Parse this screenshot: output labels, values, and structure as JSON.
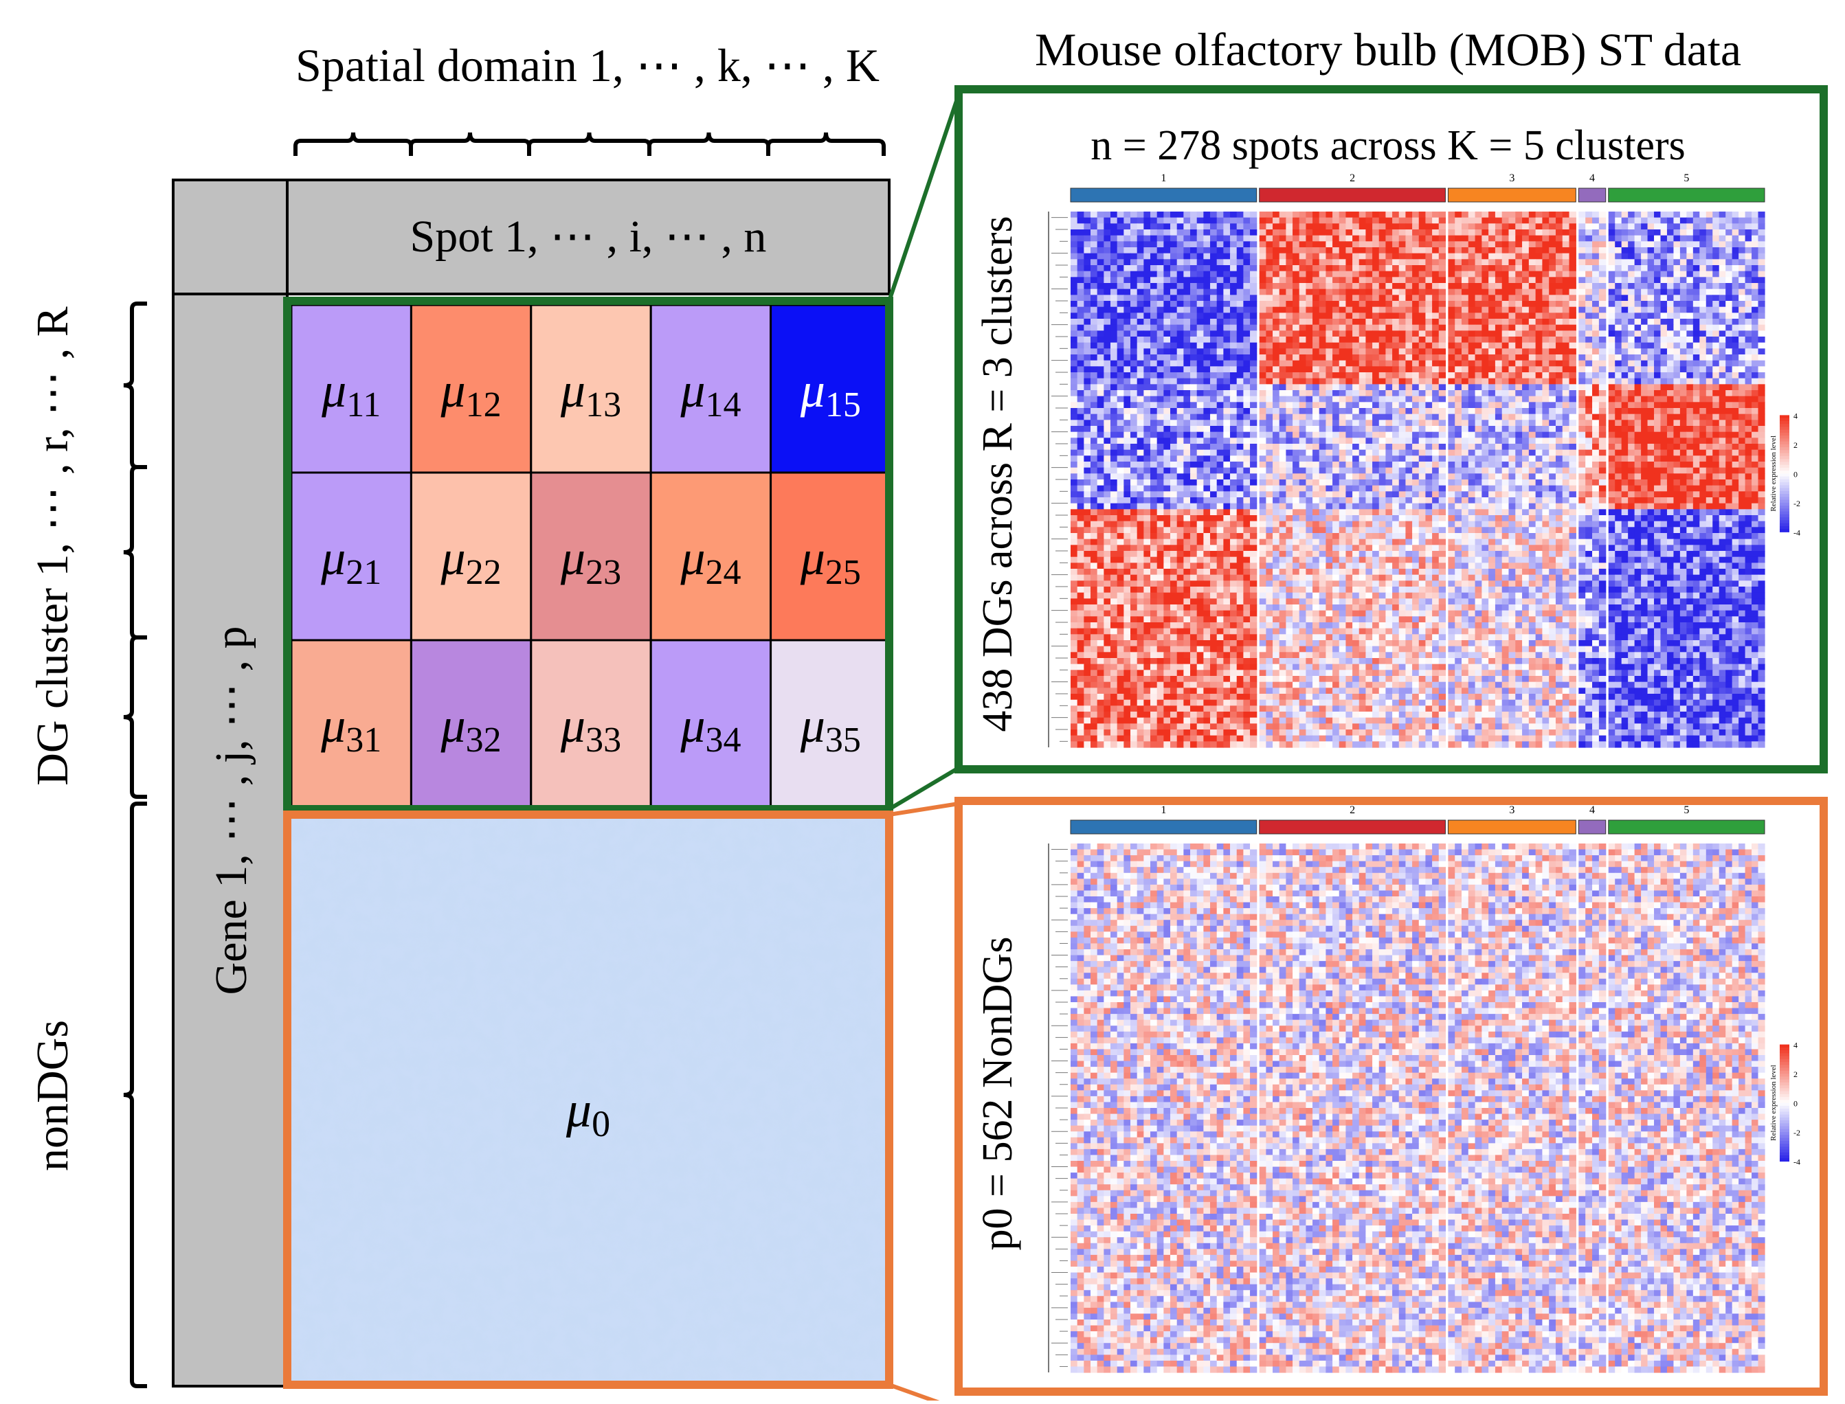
{
  "header": {
    "spatial_domain_label": "Spatial domain 1, ⋯ , k, ⋯ , K",
    "right_title": "Mouse olfactory bulb (MOB) ST data"
  },
  "matrix": {
    "spot_label": "Spot 1, ⋯ , i, ⋯ , n",
    "gene_label": "Gene 1, ⋯ , j, ⋯ , p",
    "dg_cluster_label": "DG cluster 1, ⋯ , r, ⋯ , R",
    "nondg_label": "nonDGs",
    "mu_symbol": "μ",
    "mu0_label": "μ0",
    "cells": [
      [
        {
          "sub": "11",
          "color": "#bb9bf8"
        },
        {
          "sub": "12",
          "color": "#fd8c6c"
        },
        {
          "sub": "13",
          "color": "#fdc7b1"
        },
        {
          "sub": "14",
          "color": "#bb9bf8"
        },
        {
          "sub": "15",
          "color": "#0b10f6",
          "text_color": "#ffffff"
        }
      ],
      [
        {
          "sub": "21",
          "color": "#bb9bf8"
        },
        {
          "sub": "22",
          "color": "#fdc1ab"
        },
        {
          "sub": "23",
          "color": "#e58e91"
        },
        {
          "sub": "24",
          "color": "#fd9a75"
        },
        {
          "sub": "25",
          "color": "#fd7a5a"
        }
      ],
      [
        {
          "sub": "31",
          "color": "#f9ab92"
        },
        {
          "sub": "32",
          "color": "#b887df"
        },
        {
          "sub": "33",
          "color": "#f5c1bb"
        },
        {
          "sub": "34",
          "color": "#bb9bf8"
        },
        {
          "sub": "35",
          "color": "#e8def1"
        }
      ]
    ]
  },
  "top_panel": {
    "subtitle": "n = 278 spots across K = 5 clusters",
    "ylabel": "438 DGs across R = 3 clusters",
    "clusters": [
      {
        "label": "1",
        "color": "#2d74b3"
      },
      {
        "label": "2",
        "color": "#d0282f"
      },
      {
        "label": "3",
        "color": "#f78521"
      },
      {
        "label": "4",
        "color": "#936bbd"
      },
      {
        "label": "5",
        "color": "#2f9f3c"
      }
    ],
    "legend_title": "Relative expression level",
    "legend_ticks": [
      "4",
      "2",
      "0",
      "-2",
      "-4"
    ]
  },
  "bottom_panel": {
    "ylabel": "p0 = 562 NonDGs",
    "clusters": [
      {
        "label": "1",
        "color": "#2d74b3"
      },
      {
        "label": "2",
        "color": "#d0282f"
      },
      {
        "label": "3",
        "color": "#f78521"
      },
      {
        "label": "4",
        "color": "#936bbd"
      },
      {
        "label": "5",
        "color": "#2f9f3c"
      }
    ],
    "legend_title": "Relative expression level",
    "legend_ticks": [
      "4",
      "2",
      "0",
      "-2",
      "-4"
    ]
  },
  "colors": {
    "green_frame": "#1c6f2a",
    "orange_frame": "#ea7a3a",
    "gray_panel": "#c0c0c0",
    "heat_red": "#f0321e",
    "heat_blue": "#2b25e8"
  }
}
